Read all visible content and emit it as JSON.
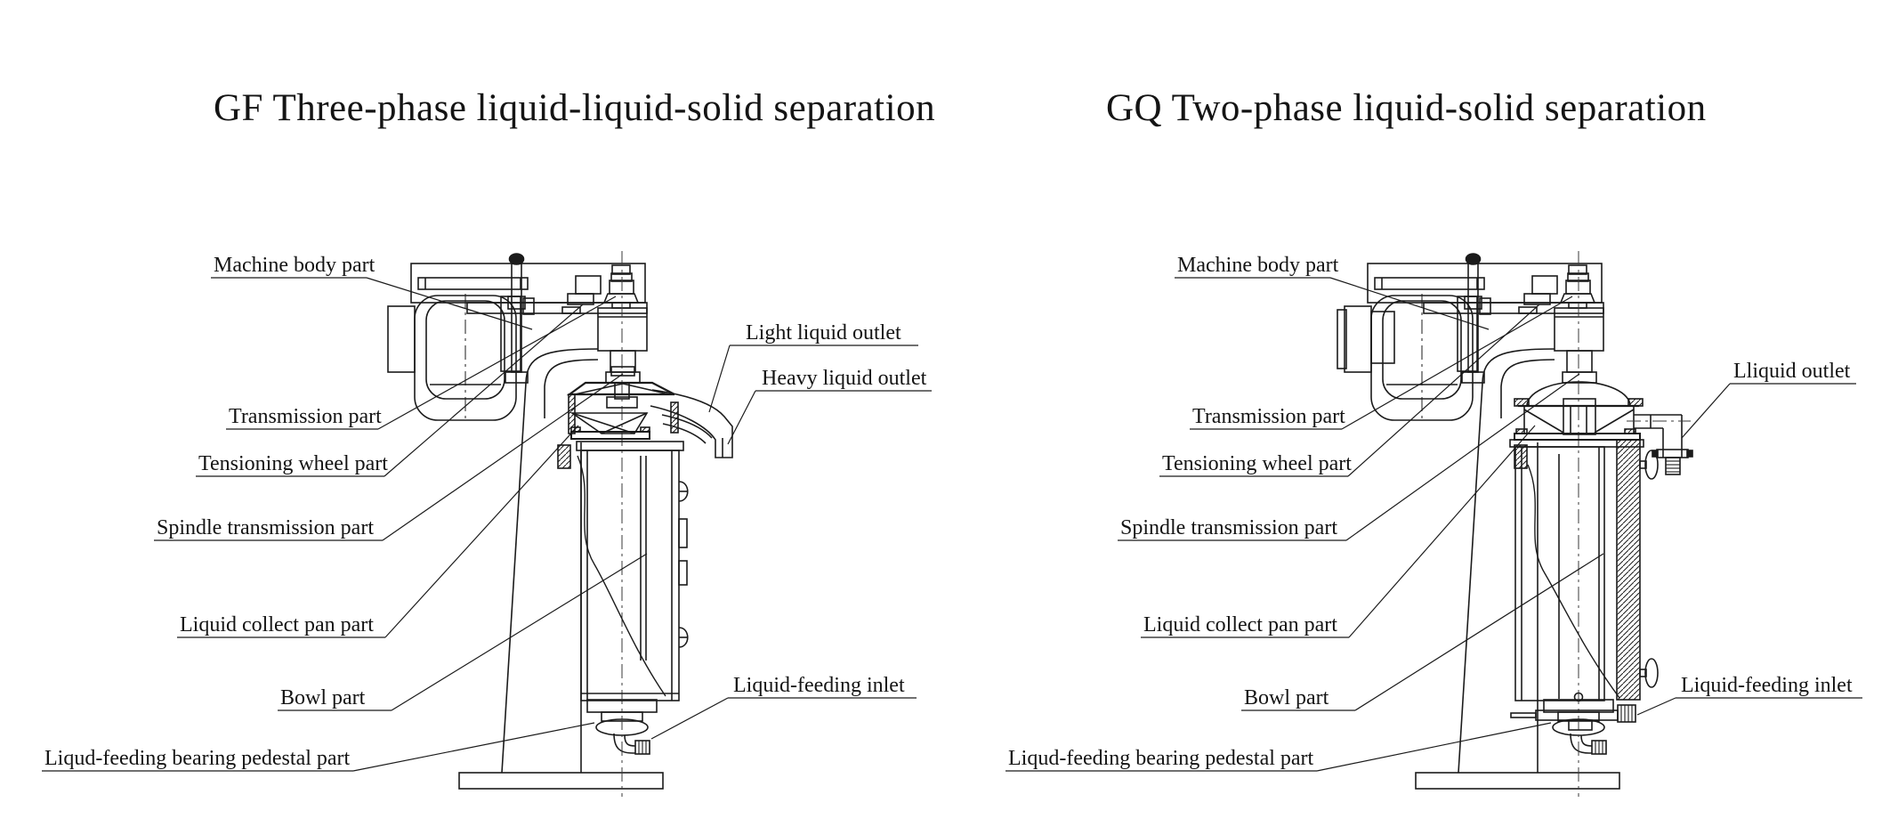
{
  "page": {
    "background_color": "#ffffff",
    "line_color": "#1b1b1b",
    "description_type": "technical line drawing of two tubular centrifuge separators"
  },
  "diagrams": [
    {
      "id": "gf",
      "title": "GF Three-phase liquid-liquid-solid separation",
      "labels": {
        "machine_body": "Machine body part",
        "transmission": "Transmission part",
        "tensioning_wheel": "Tensioning wheel part",
        "spindle_transmission": "Spindle transmission part",
        "liquid_collect_pan": "Liquid collect pan part",
        "bowl": "Bowl part",
        "feeding_pedestal": "Liqud-feeding bearing pedestal part",
        "light_outlet": "Light liquid outlet",
        "heavy_outlet": "Heavy liquid outlet",
        "feeding_inlet": "Liquid-feeding inlet"
      }
    },
    {
      "id": "gq",
      "title": "GQ Two-phase liquid-solid separation",
      "labels": {
        "machine_body": "Machine body part",
        "transmission": "Transmission part",
        "tensioning_wheel": "Tensioning wheel part",
        "spindle_transmission": "Spindle transmission part",
        "liquid_collect_pan": "Liquid collect pan part",
        "bowl": "Bowl part",
        "feeding_pedestal": "Liqud-feeding bearing pedestal part",
        "liquid_outlet": "Lliquid outlet",
        "feeding_inlet": "Liquid-feeding inlet"
      }
    }
  ]
}
